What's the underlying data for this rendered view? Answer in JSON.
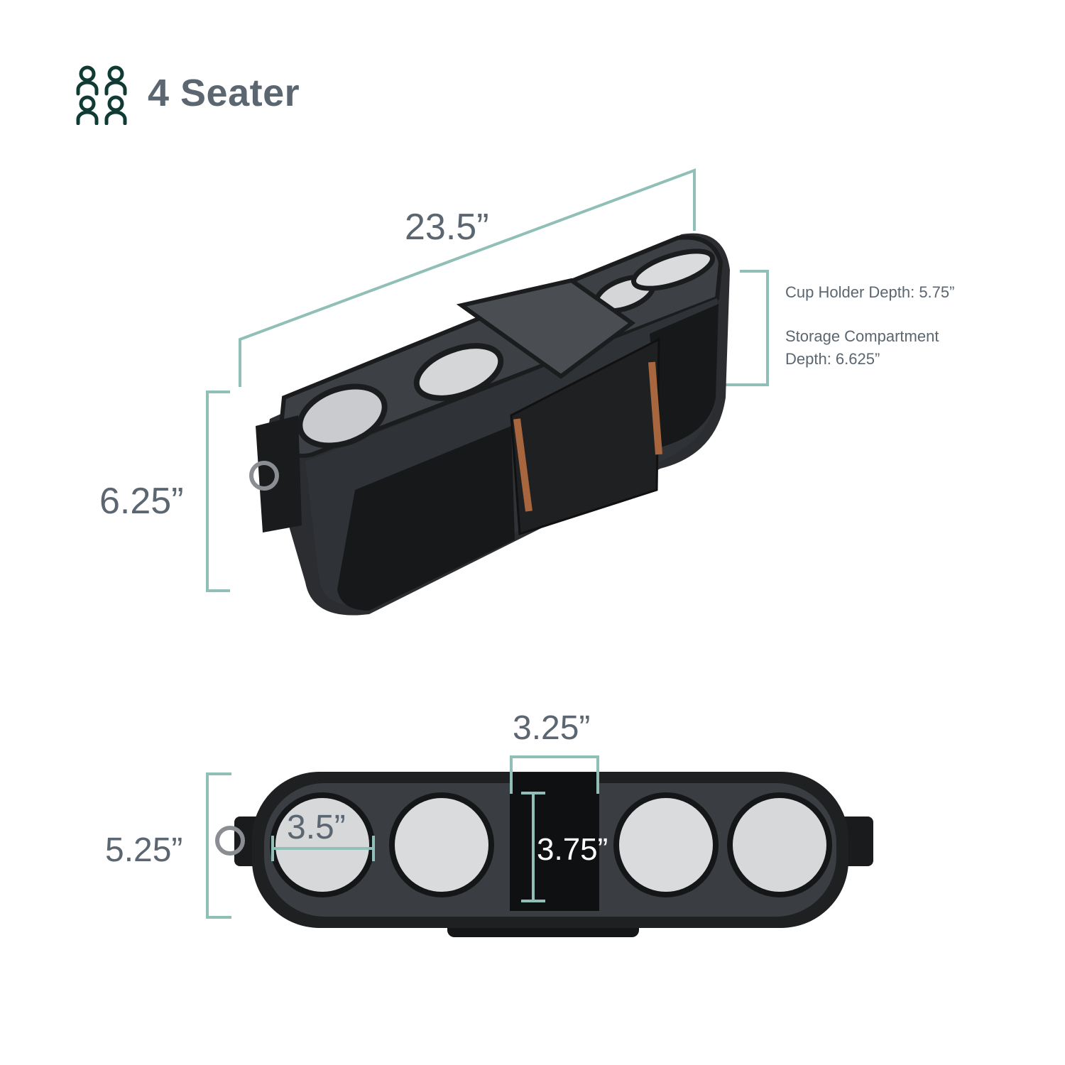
{
  "header": {
    "icon": "four-people-icon",
    "title": "4 Seater"
  },
  "top_view": {
    "length_label": "23.5”",
    "height_label": "6.25”",
    "notes": {
      "cup_holder_depth": "Cup Holder Depth: 5.75”",
      "storage_line1": "Storage Compartment",
      "storage_line2": "Depth: 6.625”"
    }
  },
  "bottom_view": {
    "compartment_width_label": "3.25”",
    "compartment_length_label": "3.75”",
    "cup_diameter_label": "3.5”",
    "width_label": "5.25”"
  },
  "colors": {
    "accent_teal": "#8fbfb6",
    "text_gray": "#5b6670",
    "icon_dark": "#0f3b34",
    "bag_dark": "#2b2d30",
    "bag_fabric": "#3d4045",
    "liner_silver": "#d9dbdd",
    "leather_tan": "#a8663f"
  }
}
